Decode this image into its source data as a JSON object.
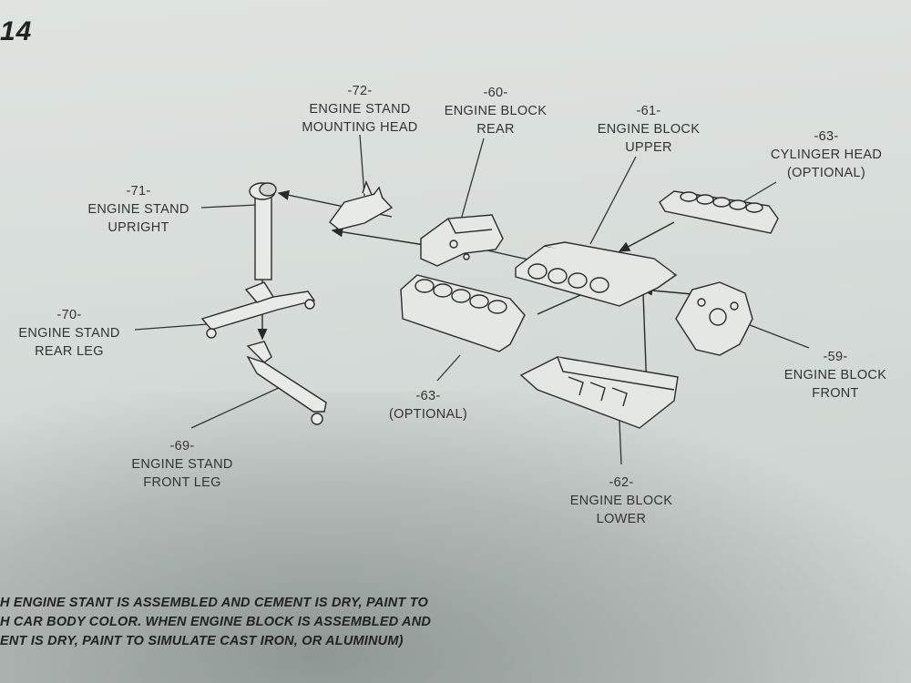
{
  "page_number": "14",
  "labels": {
    "p72": {
      "num": "-72-",
      "line1": "ENGINE STAND",
      "line2": "MOUNTING HEAD"
    },
    "p60": {
      "num": "-60-",
      "line1": "ENGINE BLOCK",
      "line2": "REAR"
    },
    "p61": {
      "num": "-61-",
      "line1": "ENGINE BLOCK",
      "line2": "UPPER"
    },
    "p63a": {
      "num": "-63-",
      "line1": "CYLINGER HEAD",
      "line2": "(OPTIONAL)"
    },
    "p71": {
      "num": "-71-",
      "line1": "ENGINE STAND",
      "line2": "UPRIGHT"
    },
    "p70": {
      "num": "-70-",
      "line1": "ENGINE STAND",
      "line2": "REAR LEG"
    },
    "p69": {
      "num": "-69-",
      "line1": "ENGINE STAND",
      "line2": "FRONT LEG"
    },
    "p63b": {
      "num": "-63-",
      "line1": "(OPTIONAL)"
    },
    "p59": {
      "num": "-59-",
      "line1": "ENGINE BLOCK",
      "line2": "FRONT"
    },
    "p62": {
      "num": "-62-",
      "line1": "ENGINE BLOCK",
      "line2": "LOWER"
    }
  },
  "instructions": [
    "H ENGINE STANT IS ASSEMBLED AND CEMENT IS DRY, PAINT TO",
    "H CAR BODY COLOR. WHEN ENGINE BLOCK IS ASSEMBLED AND",
    "ENT IS DRY, PAINT TO SIMULATE CAST IRON, OR ALUMINUM)"
  ]
}
